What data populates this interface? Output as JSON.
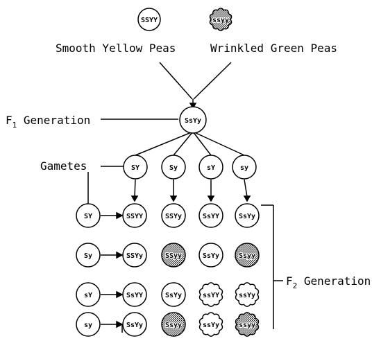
{
  "parents": [
    {
      "label": "Smooth Yellow Peas",
      "genotype": "SSYY",
      "shape": "smooth"
    },
    {
      "label": "Wrinkled Green Peas",
      "genotype": "ssyy",
      "shape": "wrinkled-dark"
    }
  ],
  "f1": {
    "label_prefix": "F",
    "label_sub": "1",
    "label_rest": " Generation",
    "genotype": "SsYy"
  },
  "gametes": {
    "label": "Gametes",
    "items": [
      "SY",
      "Sy",
      "sY",
      "sy"
    ]
  },
  "f2": {
    "label_prefix": "F",
    "label_sub": "2",
    "label_rest": " Generation",
    "row_gametes": [
      "SY",
      "Sy",
      "sY",
      "sy"
    ],
    "grid": [
      [
        {
          "g": "SSYY",
          "s": "smooth"
        },
        {
          "g": "SSYy",
          "s": "smooth"
        },
        {
          "g": "SsYY",
          "s": "smooth"
        },
        {
          "g": "SsYy",
          "s": "smooth"
        }
      ],
      [
        {
          "g": "SSYy",
          "s": "smooth"
        },
        {
          "g": "SSyy",
          "s": "smooth-dark"
        },
        {
          "g": "SsYy",
          "s": "smooth"
        },
        {
          "g": "Ssyy",
          "s": "smooth-dark"
        }
      ],
      [
        {
          "g": "SsYY",
          "s": "smooth"
        },
        {
          "g": "SsYy",
          "s": "smooth"
        },
        {
          "g": "ssYY",
          "s": "wrinkled"
        },
        {
          "g": "ssYy",
          "s": "wrinkled"
        }
      ],
      [
        {
          "g": "SsYy",
          "s": "smooth"
        },
        {
          "g": "Ssyy",
          "s": "smooth-dark"
        },
        {
          "g": "ssYy",
          "s": "wrinkled"
        },
        {
          "g": "ssyy",
          "s": "wrinkled-dark"
        }
      ]
    ]
  }
}
